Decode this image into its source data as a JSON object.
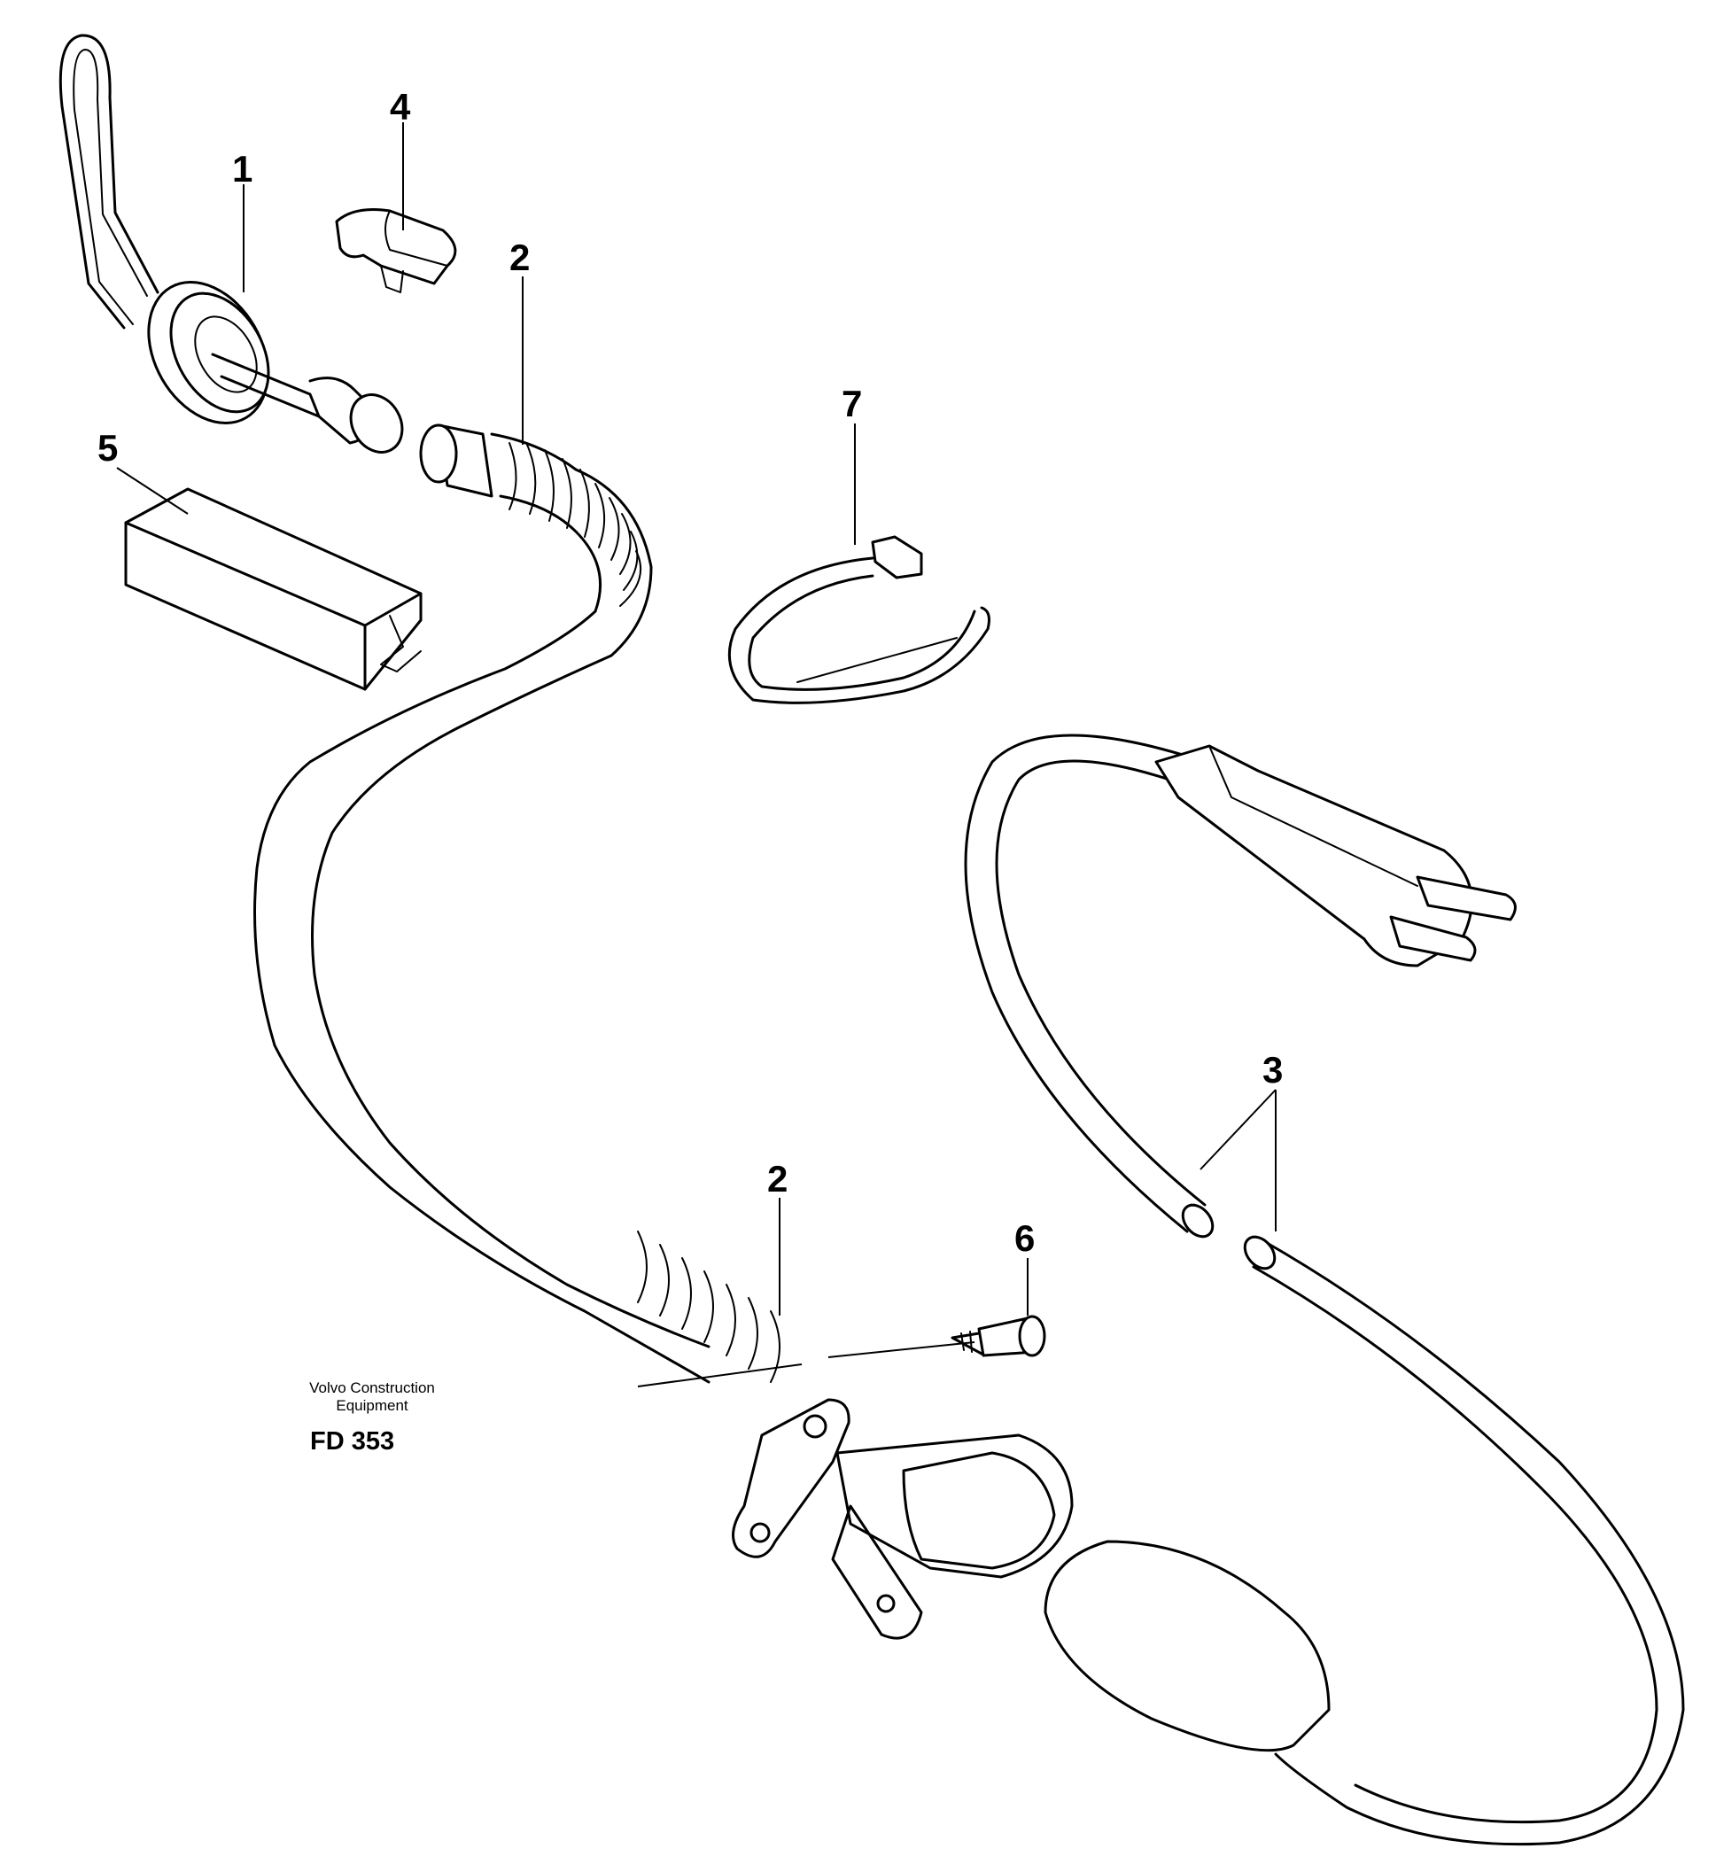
{
  "callouts": {
    "c1": "1",
    "c2a": "2",
    "c2b": "2",
    "c3": "3",
    "c4": "4",
    "c5": "5",
    "c6": "6",
    "c7": "7"
  },
  "caption": {
    "brand_line1": "Volvo Construction",
    "brand_line2": "Equipment",
    "code": "FD 353"
  },
  "colors": {
    "line": "#000000",
    "background": "#ffffff"
  }
}
